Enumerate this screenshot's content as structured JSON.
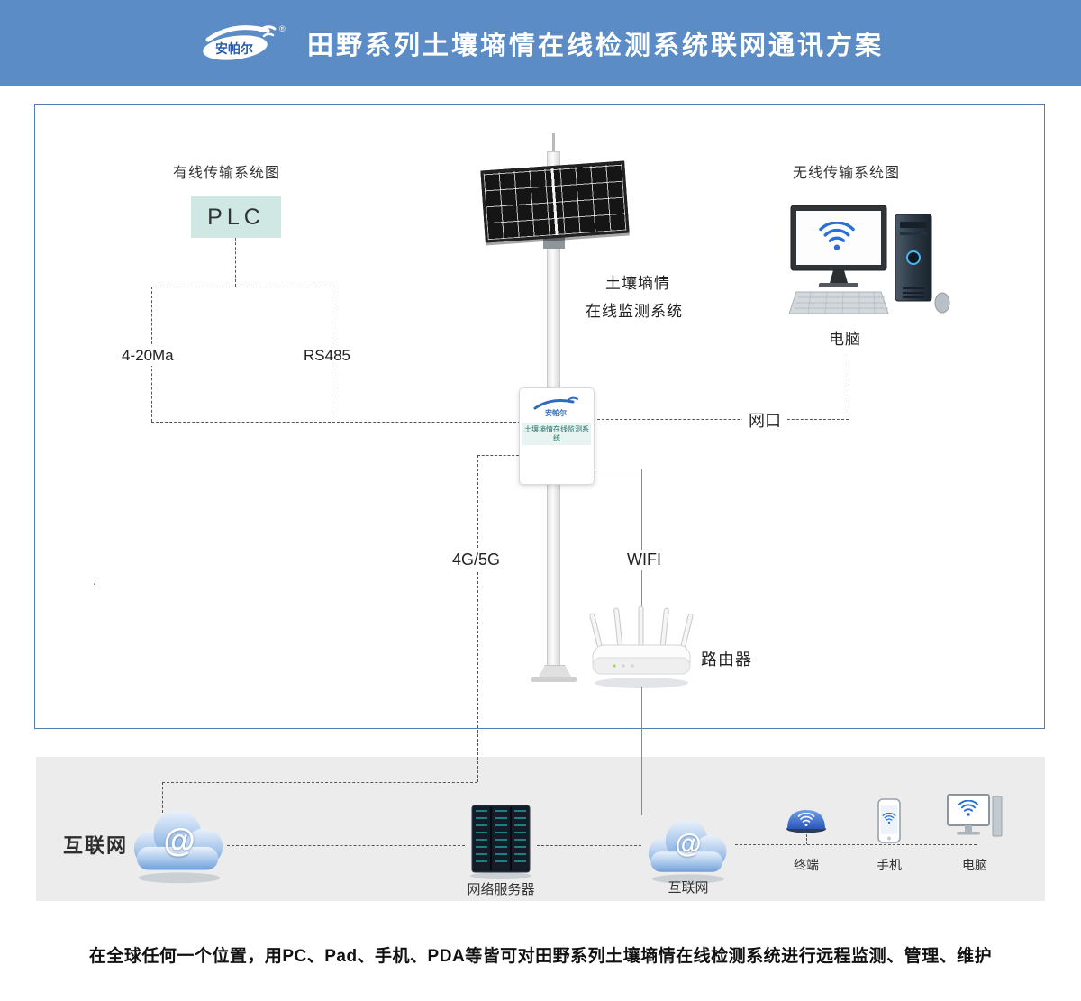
{
  "header": {
    "logo_text": "安帕尔",
    "logo_reg": "®",
    "title": "田野系列土壤墒情在线检测系统联网通讯方案"
  },
  "diagram": {
    "wired_section_label": "有线传输系统图",
    "wireless_section_label": "无线传输系统图",
    "plc_label": "PLC",
    "labels": {
      "analog": "4-20Ma",
      "rs485": "RS485",
      "ethernet": "网口",
      "cellular": "4G/5G",
      "wifi": "WIFI",
      "router": "路由器",
      "computer": "电脑"
    },
    "station": {
      "name_line1": "土壤墒情",
      "name_line2": "在线监测系统"
    },
    "device": {
      "brand": "安帕尔",
      "name": "土壤墒情在线监测系统"
    },
    "stray_dot": "."
  },
  "bottom": {
    "internet_label": "互联网",
    "at_symbol": "@",
    "server_label": "网络服务器",
    "cloud2_label": "互联网",
    "terminal_label": "终端",
    "phone_label": "手机",
    "pc_label": "电脑"
  },
  "caption": "在全球任何一个位置，用PC、Pad、手机、PDA等皆可对田野系列土壤墒情在线检测系统进行远程监测、管理、维护",
  "colors": {
    "header_bg": "#5b8cc6",
    "frame_border": "#4f7fb5",
    "plc_bg": "#cfe8e4",
    "wifi_blue": "#2a6fd4",
    "server_stripe": "#2fd0d8",
    "strip_bg": "#ececec"
  }
}
